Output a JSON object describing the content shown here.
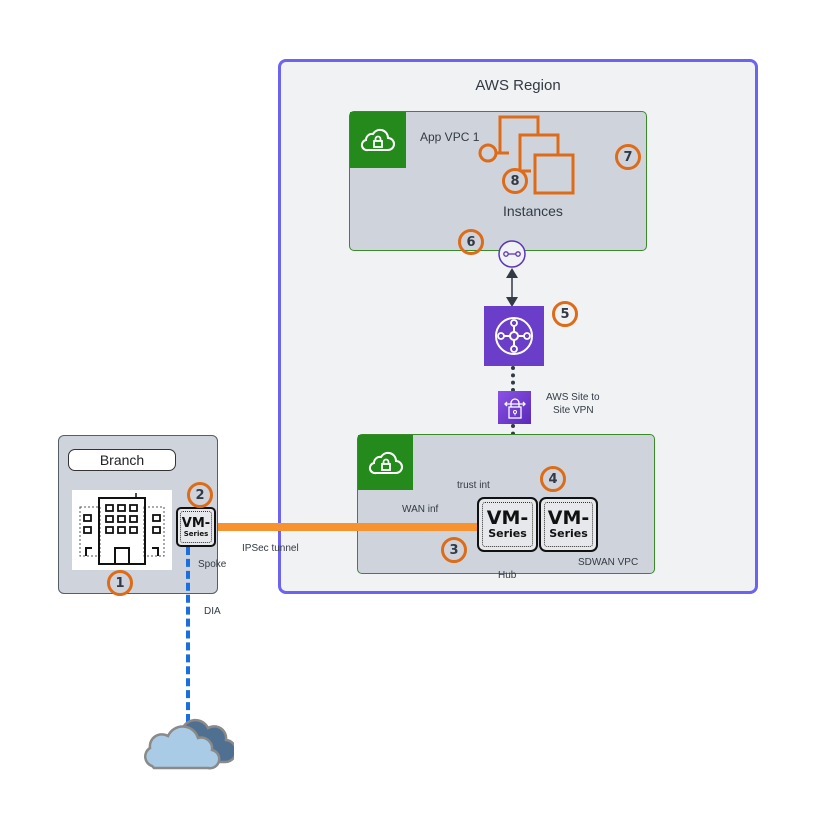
{
  "region": {
    "title": "AWS Region",
    "border_color": "#6c63f0"
  },
  "app_vpc": {
    "label": "App VPC 1",
    "instances_label": "Instances",
    "badge_icon": "vpc-cloud-lock-icon",
    "badge_color": "#248a1c"
  },
  "tgw": {
    "icon": "transit-gateway-icon",
    "color": "#6a3ec8"
  },
  "vpn": {
    "icon": "site-to-site-vpn-icon",
    "label_line1": "AWS Site to",
    "label_line2": "Site VPN"
  },
  "sdwan_vpc": {
    "label": "SDWAN VPC",
    "hub_label": "Hub",
    "trust_label": "trust int",
    "wan_label": "WAN inf",
    "badge_icon": "vpc-cloud-lock-icon"
  },
  "vm_series": {
    "line1": "VM-",
    "line2": "Series"
  },
  "branch": {
    "title": "Branch",
    "spoke_label": "Spoke"
  },
  "links": {
    "ipsec_label": "IPSec tunnel",
    "dia_label": "DIA",
    "ipsec_color": "#f7922f",
    "dia_color": "#1a6fe0"
  },
  "markers": [
    "1",
    "2",
    "3",
    "4",
    "5",
    "6",
    "7",
    "8"
  ],
  "marker_color": "#dd6b18"
}
